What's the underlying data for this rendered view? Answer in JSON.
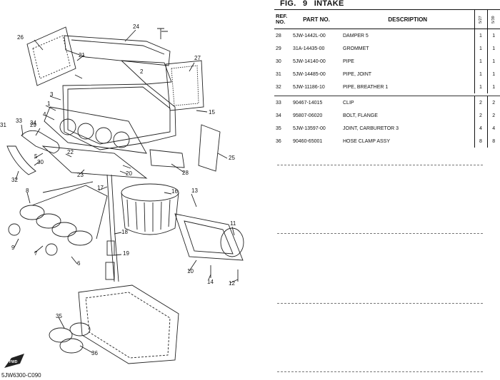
{
  "figure": {
    "fig_label": "FIG.",
    "fig_number": "9",
    "fig_name": "INTAKE",
    "drawing_code": "5JW6300-C090"
  },
  "columns": {
    "ref": "REF. NO.",
    "part": "PART NO.",
    "desc": "DESCRIPTION",
    "q1": "5/27",
    "q2": "5/39"
  },
  "rows": [
    {
      "ref": "28",
      "part": "5JW-1442L-00",
      "desc": "DAMPER 5",
      "q1": "1",
      "q2": "1"
    },
    {
      "ref": "29",
      "part": "31A-14435-00",
      "desc": "GROMMET",
      "q1": "1",
      "q2": "1"
    },
    {
      "ref": "30",
      "part": "5JW-14140-00",
      "desc": "PIPE",
      "q1": "1",
      "q2": "1"
    },
    {
      "ref": "31",
      "part": "5JW-14485-00",
      "desc": "PIPE, JOINT",
      "q1": "1",
      "q2": "1"
    },
    {
      "ref": "32",
      "part": "5JW-11186-10",
      "desc": "PIPE, BREATHER 1",
      "q1": "1",
      "q2": "1"
    },
    {
      "ref": "33",
      "part": "90467-14015",
      "desc": "CLIP",
      "q1": "2",
      "q2": "2"
    },
    {
      "ref": "34",
      "part": "95807-06020",
      "desc": "BOLT, FLANGE",
      "q1": "2",
      "q2": "2"
    },
    {
      "ref": "35",
      "part": "5JW-13597-00",
      "desc": "JOINT, CARBURETOR 3",
      "q1": "4",
      "q2": "4"
    },
    {
      "ref": "36",
      "part": "90460-65001",
      "desc": "HOSE CLAMP ASSY",
      "q1": "8",
      "q2": "8"
    }
  ],
  "callouts": [
    "1",
    "2",
    "3",
    "4",
    "5",
    "6",
    "7",
    "8",
    "9",
    "10",
    "11",
    "12",
    "13",
    "14",
    "15",
    "16",
    "17",
    "18",
    "19",
    "20",
    "21",
    "22",
    "23",
    "24",
    "25",
    "26",
    "27",
    "28",
    "29",
    "30",
    "31",
    "32",
    "33",
    "34",
    "35",
    "36"
  ],
  "icons": {
    "front_arrow": "front-arrow-icon"
  },
  "front_label": "FWD"
}
